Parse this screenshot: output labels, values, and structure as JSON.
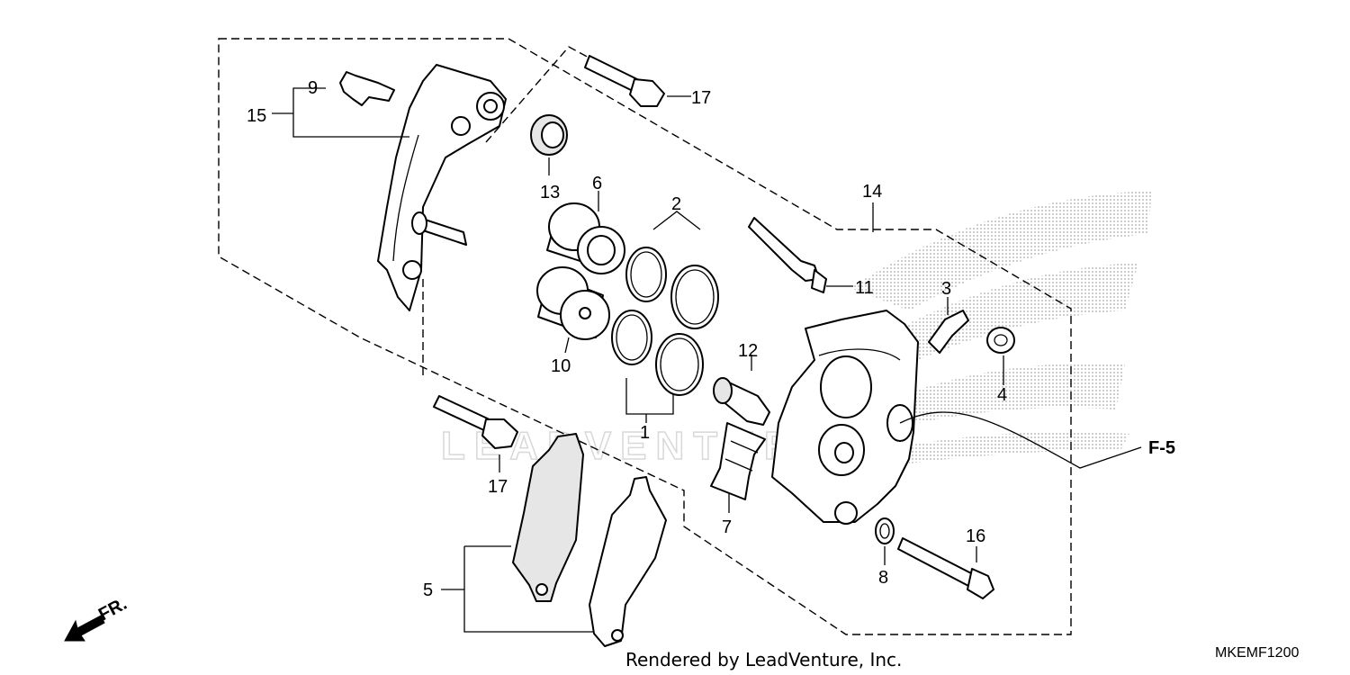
{
  "callouts": {
    "c1": "1",
    "c2": "2",
    "c3": "3",
    "c4": "4",
    "c5": "5",
    "c6": "6",
    "c7": "7",
    "c8": "8",
    "c9": "9",
    "c10": "10",
    "c11": "11",
    "c12": "12",
    "c13": "13",
    "c14": "14",
    "c15": "15",
    "c16": "16",
    "c17a": "17",
    "c17b": "17"
  },
  "reference": "F-5",
  "direction": "FR.",
  "footer": "Rendered by LeadVenture, Inc.",
  "diagram_code": "MKEMF1200",
  "watermark": "LEADVENTURE"
}
